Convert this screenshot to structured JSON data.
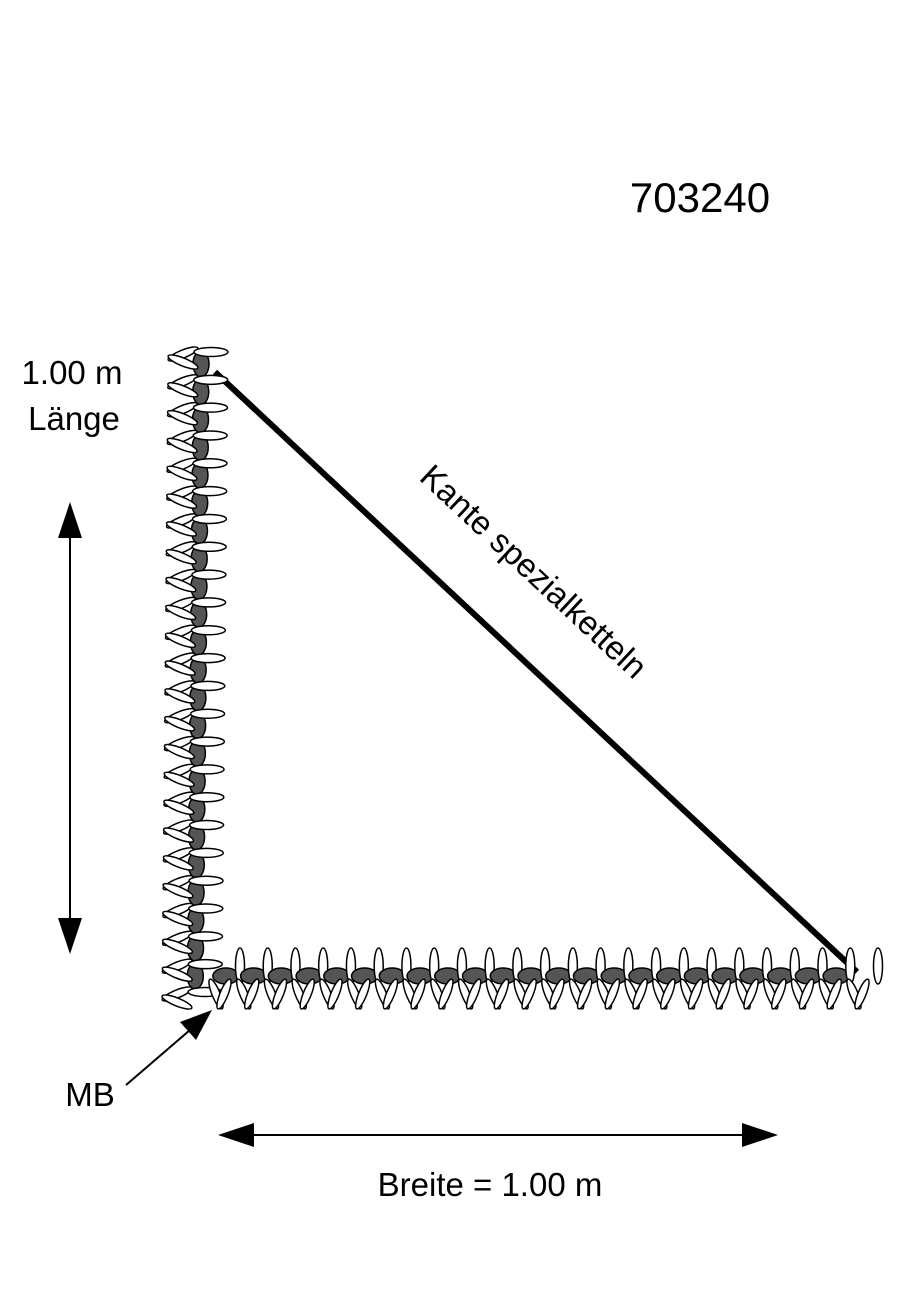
{
  "figure_id": "703240",
  "length_label_line1": "1.00 m",
  "length_label_line2": "Länge",
  "edge_label": "Kante spezialketteln",
  "corner_label": "MB",
  "width_label": "Breite = 1.00 m",
  "colors": {
    "ink": "#000000",
    "stitch_fill": "#555555",
    "background": "#ffffff"
  }
}
